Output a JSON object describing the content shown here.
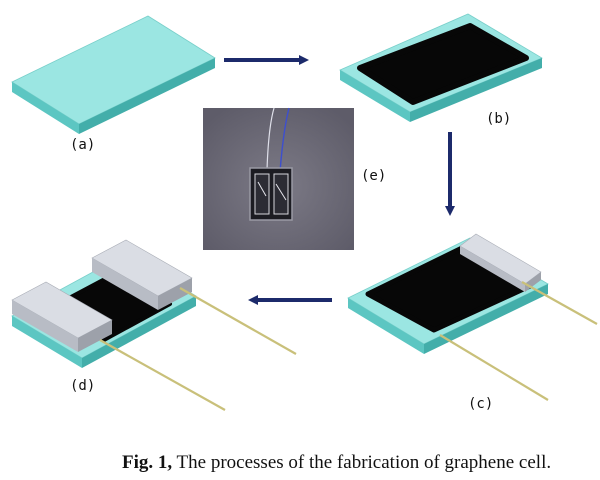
{
  "panels": {
    "a": {
      "label": "(a)"
    },
    "b": {
      "label": "(b)"
    },
    "c": {
      "label": "(c)"
    },
    "d": {
      "label": "(d)"
    },
    "e": {
      "label": "(e)"
    }
  },
  "caption": {
    "prefix": "Fig. 1,",
    "text": " The processes of the fabrication of graphene cell."
  },
  "colors": {
    "substrate_top": "#9be6e2",
    "substrate_front": "#5cc6c2",
    "substrate_side": "#43aeaa",
    "graphene": "#070707",
    "electrode_top": "#dadde4",
    "electrode_front": "#b8bcc5",
    "wire": "#c9c07a",
    "arrow": "#1c2a6b",
    "photo_bg": "#6d6b78"
  }
}
